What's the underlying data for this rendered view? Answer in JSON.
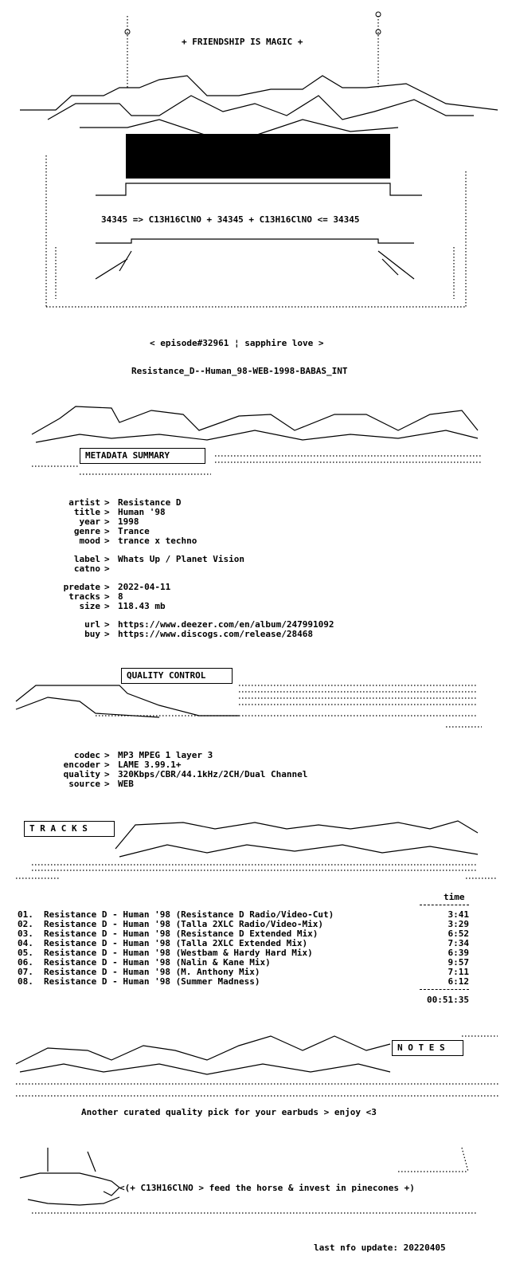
{
  "banner": {
    "top_text": "+ FRIENDSHIP IS MAGIC +",
    "formula": "34345 => C13H16ClNO + 34345 + C13H16ClNO <= 34345",
    "episode": "< episode#32961 ¦ sapphire love >",
    "release_name": "Resistance_D--Human_98-WEB-1998-BABAS_INT"
  },
  "metadata": {
    "section_title": "METADATA SUMMARY",
    "rows": [
      {
        "key": "artist",
        "value": "Resistance D"
      },
      {
        "key": "title",
        "value": "Human '98"
      },
      {
        "key": "year",
        "value": "1998"
      },
      {
        "key": "genre",
        "value": "Trance"
      },
      {
        "key": "mood",
        "value": "trance x techno"
      },
      {
        "key": "label",
        "value": "Whats Up / Planet Vision"
      },
      {
        "key": "catno",
        "value": ""
      },
      {
        "key": "predate",
        "value": "2022-04-11"
      },
      {
        "key": "tracks",
        "value": "8"
      },
      {
        "key": "size",
        "value": "118.43 mb"
      },
      {
        "key": "url",
        "value": "https://www.deezer.com/en/album/247991092"
      },
      {
        "key": "buy",
        "value": "https://www.discogs.com/release/28468"
      }
    ]
  },
  "quality": {
    "section_title": "QUALITY CONTROL",
    "rows": [
      {
        "key": "codec",
        "value": "MP3 MPEG 1 layer 3"
      },
      {
        "key": "encoder",
        "value": "LAME 3.99.1+"
      },
      {
        "key": "quality",
        "value": "320Kbps/CBR/44.1kHz/2CH/Dual Channel"
      },
      {
        "key": "source",
        "value": "WEB"
      }
    ]
  },
  "tracks": {
    "section_title": "T R A C K S",
    "time_header": "time",
    "items": [
      {
        "num": "01.",
        "title": "Resistance D - Human '98 (Resistance D Radio/Video-Cut)",
        "time": "3:41"
      },
      {
        "num": "02.",
        "title": "Resistance D - Human '98 (Talla 2XLC Radio/Video-Mix)",
        "time": "3:29"
      },
      {
        "num": "03.",
        "title": "Resistance D - Human '98 (Resistance D Extended Mix)",
        "time": "6:52"
      },
      {
        "num": "04.",
        "title": "Resistance D - Human '98 (Talla 2XLC Extended Mix)",
        "time": "7:34"
      },
      {
        "num": "05.",
        "title": "Resistance D - Human '98 (Westbam & Hardy Hard Mix)",
        "time": "6:39"
      },
      {
        "num": "06.",
        "title": "Resistance D - Human '98 (Nalin & Kane Mix)",
        "time": "9:57"
      },
      {
        "num": "07.",
        "title": "Resistance D - Human '98 (M. Anthony Mix)",
        "time": "7:11"
      },
      {
        "num": "08.",
        "title": "Resistance D - Human '98 (Summer Madness)",
        "time": "6:12"
      }
    ],
    "total": "00:51:35"
  },
  "notes": {
    "section_title": "N O T E S",
    "text": "Another curated quality pick for your earbuds > enjoy <3"
  },
  "footer": {
    "tagline": "<(+ C13H16ClNO > feed the horse & invest in pinecones +)",
    "last_update": "last nfo update: 20220405"
  }
}
